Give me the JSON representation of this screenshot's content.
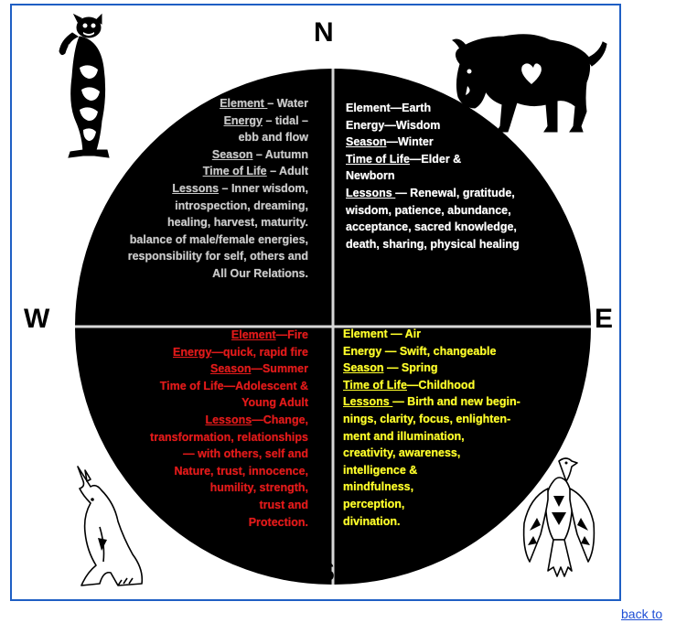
{
  "directions": {
    "north": "N",
    "south": "S",
    "east": "E",
    "west": "W"
  },
  "quadrants": {
    "northwest": {
      "color": "#c8c8c8",
      "animal_icon": "bear-icon",
      "element_label": "Element ",
      "element_value": "– Water",
      "energy_label": "Energy",
      "energy_value": " – tidal –",
      "energy_value2": "ebb and flow",
      "season_label": "Season",
      "season_value": " – Autumn",
      "time_label": "Time of Life",
      "time_value": " – Adult",
      "lessons_label": "Lessons",
      "lessons_lines": [
        " – Inner wisdom,",
        "introspection, dreaming,",
        "healing, harvest, maturity.",
        "balance of male/female energies,",
        "responsibility for self, others and",
        "All Our Relations."
      ]
    },
    "northeast": {
      "color": "#ffffff",
      "animal_icon": "buffalo-icon",
      "element_line": "Element—Earth",
      "energy_line": "Energy—Wisdom",
      "season_label": "Season",
      "season_value": "—Winter",
      "time_label": "Time of Life",
      "time_value": "—Elder &",
      "time_value2": "Newborn",
      "lessons_label": "Lessons ",
      "lessons_lines": [
        "— Renewal, gratitude,",
        "wisdom, patience, abundance,",
        "acceptance, sacred knowledge,",
        "death, sharing, physical healing"
      ]
    },
    "southwest": {
      "color": "#e01a1a",
      "animal_icon": "wolf-icon",
      "element_label": "Element",
      "element_value": "—Fire",
      "energy_label": "Energy",
      "energy_value": "—quick, rapid fire",
      "season_label": "Season",
      "season_value": "—Summer",
      "time_line": "Time of Life—Adolescent &",
      "time_line2": "Young Adult",
      "lessons_label": "Lessons",
      "lessons_lines": [
        "—Change,",
        "transformation, relationships",
        "— with others, self and",
        "Nature, trust, innocence,",
        "humility, strength,",
        "trust and",
        "Protection."
      ]
    },
    "southeast": {
      "color": "#ffff2a",
      "animal_icon": "eagle-icon",
      "element_line": "Element — Air",
      "energy_line": "Energy — Swift, changeable",
      "season_label": "Season",
      "season_value": " — Spring",
      "time_label": "Time of Life",
      "time_value": "—Childhood",
      "lessons_label": "Lessons ",
      "lessons_lines": [
        "— Birth and new begin-",
        "nings, clarity, focus, enlighten-",
        "ment and illumination,",
        "creativity, awareness,",
        "intelligence &",
        "mindfulness,",
        "perception,",
        "divination."
      ]
    }
  },
  "footer": {
    "back_link": "back to"
  }
}
